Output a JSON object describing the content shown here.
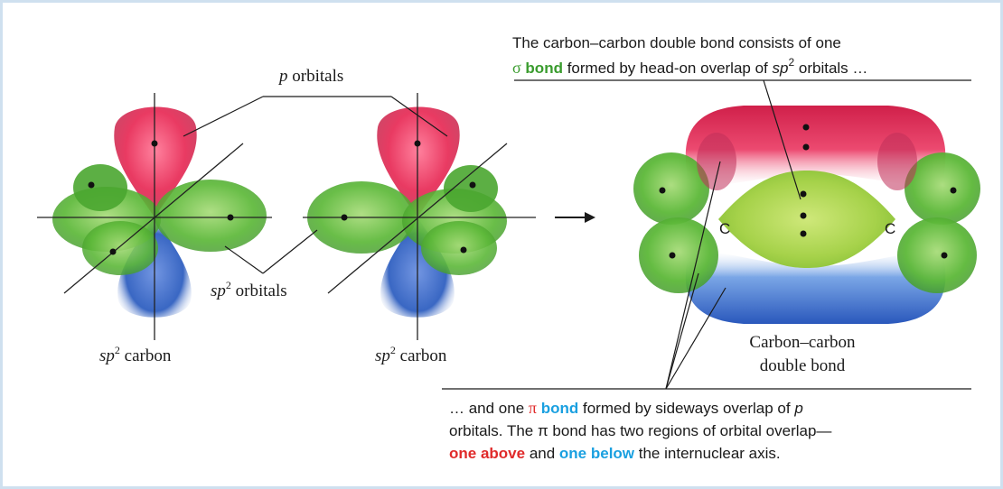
{
  "labels": {
    "p_orbitals": "orbitals",
    "p_orbitals_italic": "p",
    "sp2_orbitals_sp": "sp",
    "sp2_orbitals_sup": "2",
    "sp2_orbitals_rest": " orbitals",
    "left_carbon_sp": "sp",
    "left_carbon_sup": "2",
    "left_carbon_rest": " carbon",
    "right_carbon_sp": "sp",
    "right_carbon_sup": "2",
    "right_carbon_rest": " carbon",
    "carbon_left": "C",
    "carbon_right": "C",
    "double_bond_line1": "Carbon–carbon",
    "double_bond_line2": "double bond"
  },
  "sigma_caption": {
    "line1": "The carbon–carbon double bond consists of one",
    "sigma_symbol": "σ",
    "bond_word": " bond",
    "line2_rest": " formed by head-on overlap of ",
    "sp": "sp",
    "sup": "2",
    "line2_end": " orbitals …"
  },
  "pi_caption": {
    "line1_start": "… and one ",
    "pi_symbol": "π",
    "bond_word": " bond",
    "line1_rest": " formed by sideways overlap of ",
    "line1_p": "p",
    "line2": "orbitals. The π bond has two regions of orbital overlap—",
    "one_above": "one above",
    "and_word": " and ",
    "one_below": "one below",
    "line3_end": " the internuclear axis."
  },
  "colors": {
    "frame_border": "#cfe0ef",
    "p_orbital_red": "#e8305a",
    "sp2_orbital_green": "#5cb838",
    "lower_lobe_blue": "#2f5fc0",
    "sigma_green": "#3a9c2e",
    "pi_blue": "#1aa0e0",
    "above_red": "#e02a2a",
    "below_blue": "#1aa0e0"
  }
}
